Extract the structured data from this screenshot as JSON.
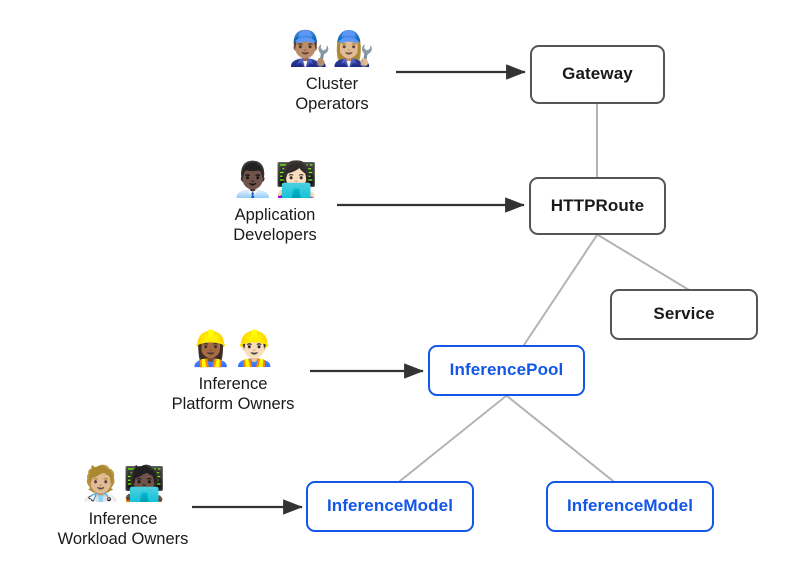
{
  "diagram": {
    "title": "Gateway API Inference Extension resource model with personas",
    "background_color": "#ffffff",
    "core_node_border_color": "#555555",
    "core_node_text_color": "#1a1a1a",
    "extension_node_border_color": "#1257e8",
    "extension_node_text_color": "#1257e8",
    "edge_color": "#b3b3b3",
    "arrow_color": "#333333"
  },
  "nodes": {
    "gateway": {
      "label": "Gateway",
      "kind": "core"
    },
    "httproute": {
      "label": "HTTPRoute",
      "kind": "core"
    },
    "service": {
      "label": "Service",
      "kind": "core"
    },
    "inference_pool": {
      "label": "InferencePool",
      "kind": "extension"
    },
    "inference_model_1": {
      "label": "InferenceModel",
      "kind": "extension"
    },
    "inference_model_2": {
      "label": "InferenceModel",
      "kind": "extension"
    }
  },
  "personas": [
    {
      "id": "cluster-operators",
      "label": "Cluster\nOperators",
      "emojis": "👨🏽‍🔧👩🏼‍🔧",
      "emoji_names": [
        "man-mechanic-icon",
        "woman-mechanic-icon"
      ],
      "targets": "gateway"
    },
    {
      "id": "application-developers",
      "label": "Application\nDevelopers",
      "emojis": "👨🏿‍💼👩🏻‍💻",
      "emoji_names": [
        "man-office-worker-icon",
        "woman-technologist-icon"
      ],
      "targets": "httproute"
    },
    {
      "id": "inference-platform-owners",
      "label": "Inference\nPlatform Owners",
      "emojis": "👷🏾‍♀️👷🏻‍♂️",
      "emoji_names": [
        "woman-construction-worker-icon",
        "man-construction-worker-icon"
      ],
      "targets": "inference_pool"
    },
    {
      "id": "inference-workload-owners",
      "label": "Inference\nWorkload Owners",
      "emojis": "🧑🏼‍⚕️🧑🏿‍💻",
      "emoji_names": [
        "health-worker-icon",
        "technologist-icon"
      ],
      "targets": "inference_model_1"
    }
  ],
  "edges": [
    {
      "from": "gateway",
      "to": "httproute",
      "style": "plain"
    },
    {
      "from": "httproute",
      "to": "inference_pool",
      "style": "plain"
    },
    {
      "from": "httproute",
      "to": "service",
      "style": "plain"
    },
    {
      "from": "inference_pool",
      "to": "inference_model_1",
      "style": "plain"
    },
    {
      "from": "inference_pool",
      "to": "inference_model_2",
      "style": "plain"
    }
  ],
  "arrows": [
    {
      "from": "cluster-operators",
      "to": "gateway"
    },
    {
      "from": "application-developers",
      "to": "httproute"
    },
    {
      "from": "inference-platform-owners",
      "to": "inference_pool"
    },
    {
      "from": "inference-workload-owners",
      "to": "inference_model_1"
    }
  ]
}
